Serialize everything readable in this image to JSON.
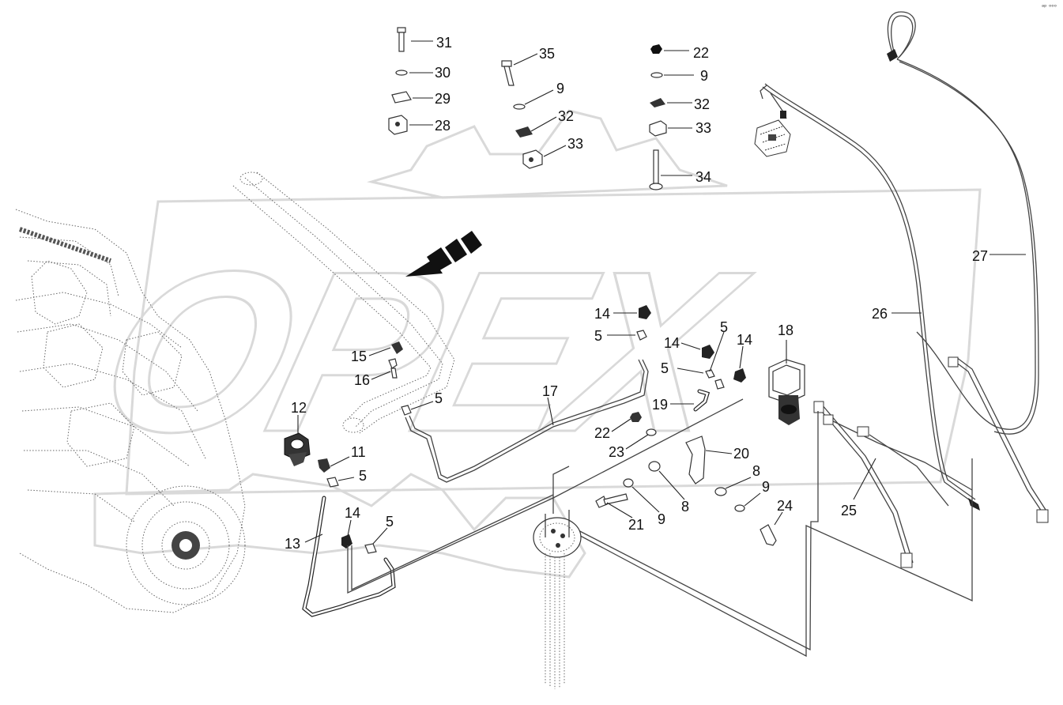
{
  "corner_mark": "ᵃᵖ ᵒᵒᵒ",
  "watermark": {
    "logo_text": "OPEX",
    "color": "#d9d9d9"
  },
  "callouts": [
    {
      "id": "c31",
      "text": "31"
    },
    {
      "id": "c30",
      "text": "30"
    },
    {
      "id": "c29",
      "text": "29"
    },
    {
      "id": "c28",
      "text": "28"
    },
    {
      "id": "c35",
      "text": "35"
    },
    {
      "id": "c9a",
      "text": "9"
    },
    {
      "id": "c32a",
      "text": "32"
    },
    {
      "id": "c33a",
      "text": "33"
    },
    {
      "id": "c22a",
      "text": "22"
    },
    {
      "id": "c9b",
      "text": "9"
    },
    {
      "id": "c32b",
      "text": "32"
    },
    {
      "id": "c33b",
      "text": "33"
    },
    {
      "id": "c34",
      "text": "34"
    },
    {
      "id": "c27",
      "text": "27"
    },
    {
      "id": "c26",
      "text": "26"
    },
    {
      "id": "c14a",
      "text": "14"
    },
    {
      "id": "c5a",
      "text": "5"
    },
    {
      "id": "c14b",
      "text": "14"
    },
    {
      "id": "c5b",
      "text": "5"
    },
    {
      "id": "c14c",
      "text": "14"
    },
    {
      "id": "c5c",
      "text": "5"
    },
    {
      "id": "c18",
      "text": "18"
    },
    {
      "id": "c15",
      "text": "15"
    },
    {
      "id": "c16",
      "text": "16"
    },
    {
      "id": "c5d",
      "text": "5"
    },
    {
      "id": "c17",
      "text": "17"
    },
    {
      "id": "c19",
      "text": "19"
    },
    {
      "id": "c22b",
      "text": "22"
    },
    {
      "id": "c23",
      "text": "23"
    },
    {
      "id": "c12",
      "text": "12"
    },
    {
      "id": "c11",
      "text": "11"
    },
    {
      "id": "c5e",
      "text": "5"
    },
    {
      "id": "c20",
      "text": "20"
    },
    {
      "id": "c8a",
      "text": "8"
    },
    {
      "id": "c9c",
      "text": "9"
    },
    {
      "id": "c8b",
      "text": "8"
    },
    {
      "id": "c9d",
      "text": "9"
    },
    {
      "id": "c21",
      "text": "21"
    },
    {
      "id": "c24",
      "text": "24"
    },
    {
      "id": "c25",
      "text": "25"
    },
    {
      "id": "c14d",
      "text": "14"
    },
    {
      "id": "c5f",
      "text": "5"
    },
    {
      "id": "c13",
      "text": "13"
    }
  ]
}
